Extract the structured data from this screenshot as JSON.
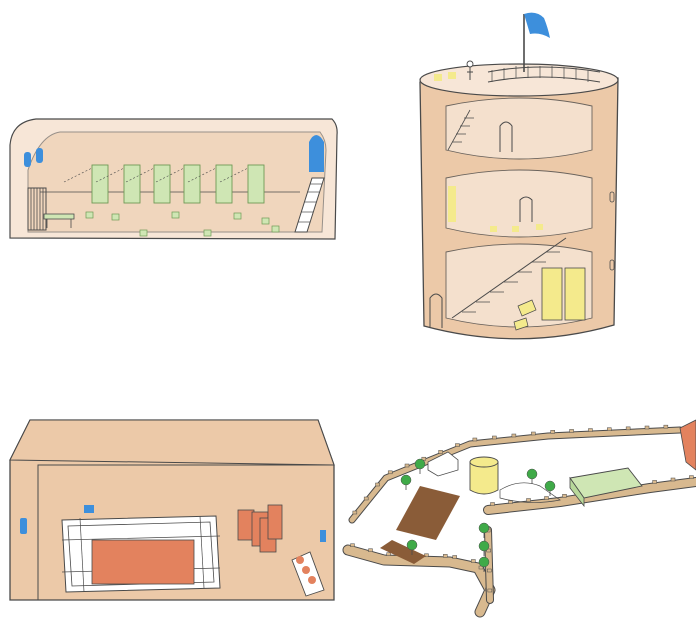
{
  "panels": [
    {
      "id": "barracks-hall",
      "caption": ""
    },
    {
      "id": "round-tower",
      "caption": ""
    },
    {
      "id": "storehouse",
      "caption": ""
    },
    {
      "id": "walled-compound",
      "caption": ""
    }
  ],
  "colors": {
    "stone": "#ecc9a8",
    "stone_light": "#f7e6d7",
    "wall_tan": "#d8b98f",
    "outline": "#4a4a4a",
    "blue": "#3d8fdc",
    "green": "#cfe6b4",
    "green_edge": "#6e9a55",
    "yellow": "#f4ea8c",
    "orange": "#e3825e",
    "brown": "#8a5c38",
    "tree": "#3faa48"
  }
}
